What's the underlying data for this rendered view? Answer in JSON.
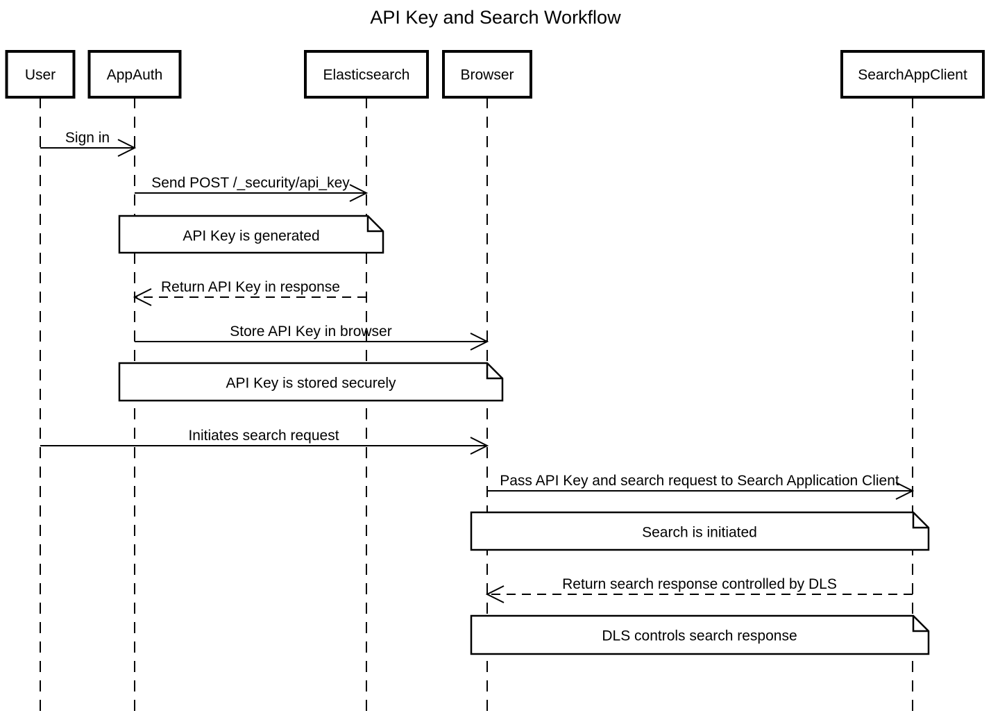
{
  "diagram": {
    "title": "API Key and Search Workflow",
    "background_color": "#ffffff",
    "line_color": "#000000",
    "text_color": "#000000",
    "participants": [
      {
        "name": "User"
      },
      {
        "name": "AppAuth"
      },
      {
        "name": "Elasticsearch"
      },
      {
        "name": "Browser"
      },
      {
        "name": "SearchAppClient"
      }
    ],
    "messages": [
      {
        "from": "User",
        "to": "AppAuth",
        "label": "Sign in",
        "line_style": "solid"
      },
      {
        "from": "AppAuth",
        "to": "Elasticsearch",
        "label": "Send POST /_security/api_key",
        "line_style": "solid"
      },
      {
        "from": "Elasticsearch",
        "to": "AppAuth",
        "label": "Return API Key in response",
        "line_style": "dashed"
      },
      {
        "from": "AppAuth",
        "to": "Browser",
        "label": "Store API Key in browser",
        "line_style": "solid"
      },
      {
        "from": "User",
        "to": "Browser",
        "label": "Initiates search request",
        "line_style": "solid"
      },
      {
        "from": "Browser",
        "to": "SearchAppClient",
        "label": "Pass API Key and search request to Search Application Client",
        "line_style": "solid"
      },
      {
        "from": "SearchAppClient",
        "to": "Browser",
        "label": "Return search response controlled by DLS",
        "line_style": "dashed"
      }
    ],
    "notes": [
      {
        "text": "API Key is generated",
        "over": [
          "AppAuth",
          "Elasticsearch"
        ]
      },
      {
        "text": "API Key is stored securely",
        "over": [
          "AppAuth",
          "Browser"
        ]
      },
      {
        "text": "Search is initiated",
        "over": [
          "Browser",
          "SearchAppClient"
        ]
      },
      {
        "text": "DLS controls search response",
        "over": [
          "Browser",
          "SearchAppClient"
        ]
      }
    ]
  }
}
